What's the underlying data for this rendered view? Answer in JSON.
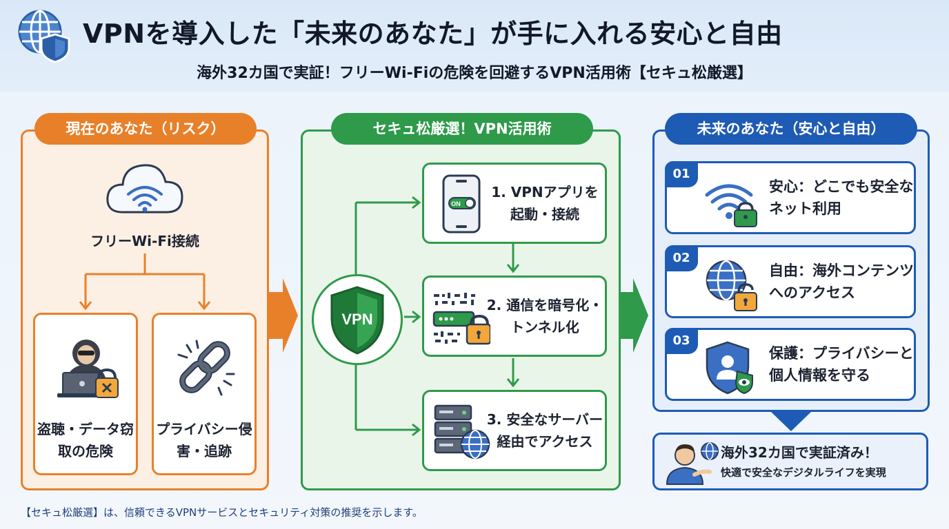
{
  "header": {
    "title": "VPNを導入した「未来のあなた」が手に入れる安心と自由",
    "subtitle": "海外32カ国で実証！フリーWi-Fiの危険を回避するVPN活用術【セキュ松厳選】"
  },
  "risk_panel": {
    "title": "現在のあなた（リスク）",
    "wifi_label": "フリーWi-Fi接続",
    "cards": [
      {
        "text": "盗聴・データ窃取の危険"
      },
      {
        "text": "プライバシー侵害・追跡"
      }
    ]
  },
  "vpn_panel": {
    "title": "セキュ松厳選！VPN活用術",
    "badge": "VPN",
    "toggle_label": "ON",
    "steps": [
      {
        "text": "1. VPNアプリを起動・接続"
      },
      {
        "text": "2. 通信を暗号化・トンネル化"
      },
      {
        "text": "3. 安全なサーバー経由でアクセス"
      }
    ]
  },
  "future_panel": {
    "title": "未来のあなた（安心と自由）",
    "items": [
      {
        "number": "01",
        "text": "安心：どこでも安全なネット利用"
      },
      {
        "number": "02",
        "text": "自由：海外コンテンツへのアクセス"
      },
      {
        "number": "03",
        "text": "保護：プライバシーと個人情報を守る"
      }
    ]
  },
  "proof": {
    "title": "海外32カ国で実証済み！",
    "subtitle": "快適で安全なデジタルライフを実現"
  },
  "footer": {
    "note": "【セキュ松厳選】は、信頼できるVPNサービスとセキュリティ対策の推奨を示します。"
  },
  "colors": {
    "risk": "#e8802a",
    "vpn": "#2e9a4a",
    "future": "#1d5bb5"
  }
}
